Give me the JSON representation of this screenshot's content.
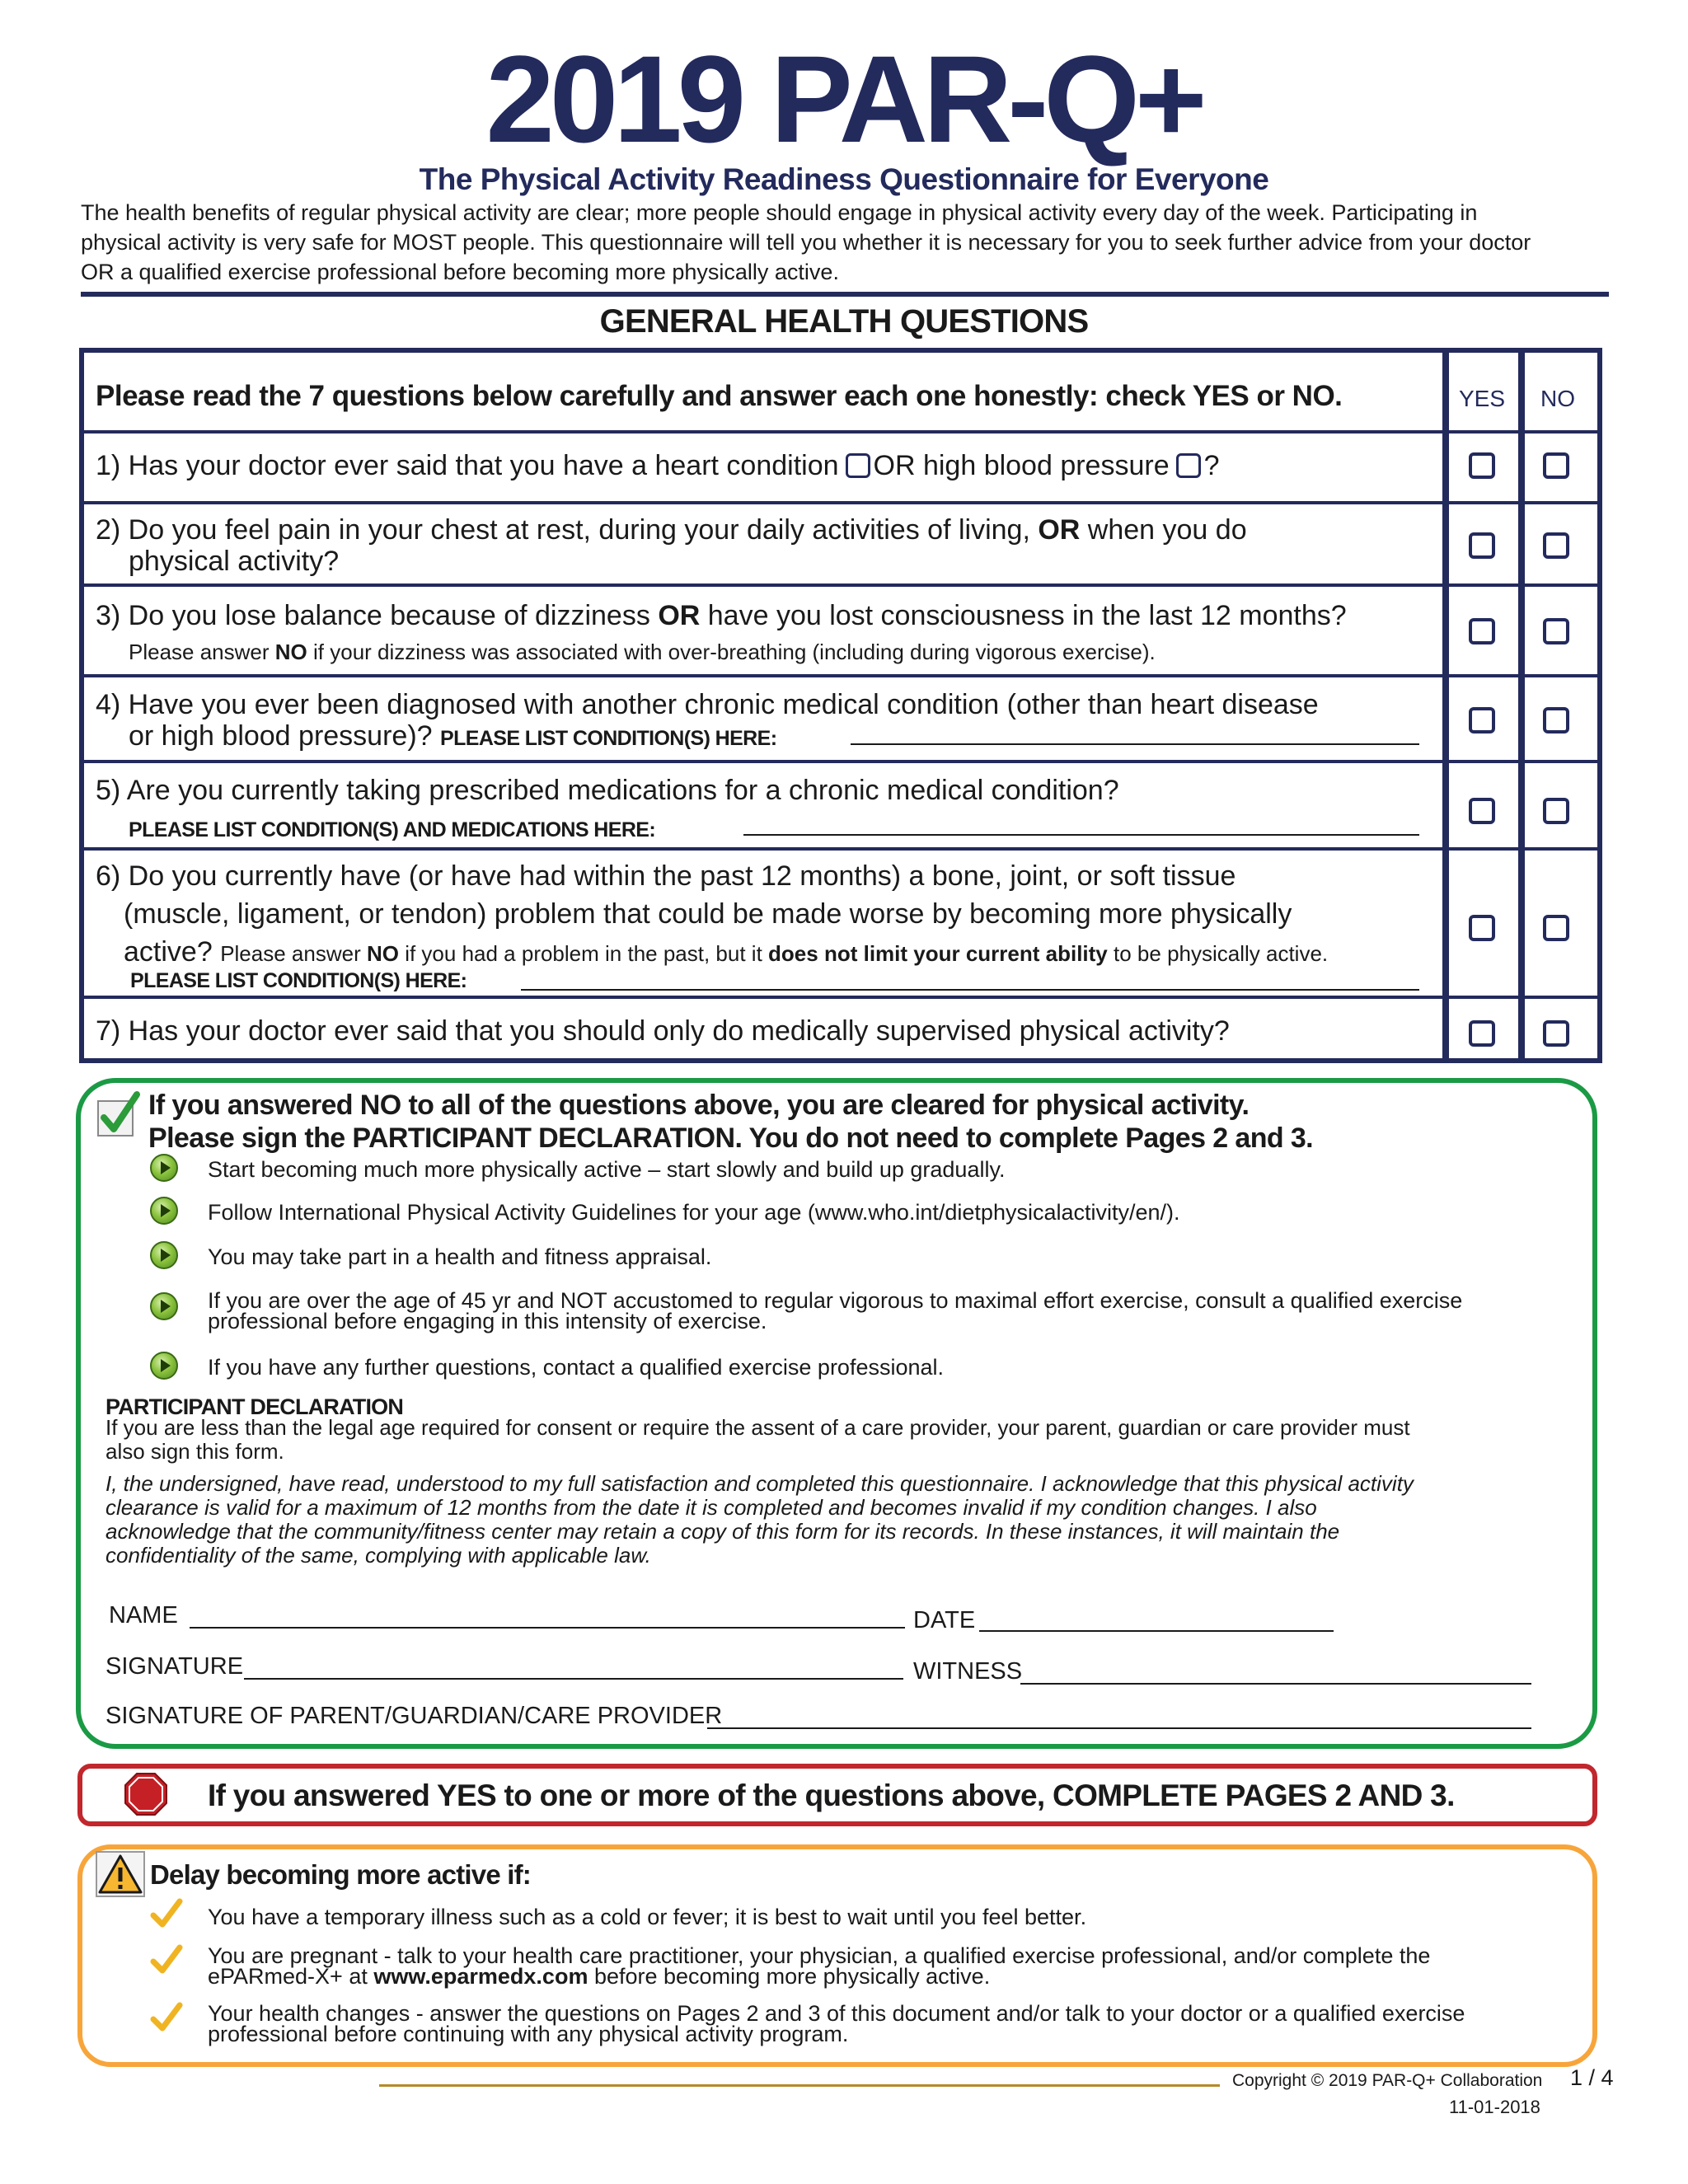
{
  "header": {
    "title": "2019 PAR-Q+",
    "subtitle": "The Physical Activity Readiness Questionnaire for Everyone",
    "intro_line1": "The health benefits of regular physical activity are clear; more people should engage in physical activity every day of the week. Participating in",
    "intro_line2": "physical activity is very safe for MOST people. This questionnaire will tell you whether it is necessary for you to seek further advice from your doctor",
    "intro_line3": "OR a qualified exercise professional before becoming more physically active."
  },
  "section_title": "GENERAL HEALTH QUESTIONS",
  "table": {
    "instruction": "Please read the 7 questions below carefully and answer each one honestly: check YES or NO.",
    "yes_label": "YES",
    "no_label": "NO",
    "q1_a": "1) Has your doctor ever said that you have a heart condition",
    "q1_b": "OR high blood pressure",
    "q1_c": "?",
    "q2_a": "2) Do you feel pain in your chest at rest, during your daily activities of living,",
    "q2_or": "OR",
    "q2_b": "when you do",
    "q2_c": "physical activity?",
    "q3_a": "3) Do you lose balance because of dizziness",
    "q3_or": "OR",
    "q3_b": "have you lost consciousness in the last 12 months?",
    "q3_note_a": "Please answer",
    "q3_note_no": "NO",
    "q3_note_b": "if your dizziness was associated with over-breathing (including during vigorous exercise).",
    "q4_a": "4) Have you ever been diagnosed with another chronic medical condition (other than heart disease",
    "q4_b": "or high blood pressure)?",
    "q4_list": "PLEASE LIST CONDITION(S) HERE:",
    "q5_a": "5) Are you currently taking prescribed medications for a chronic medical condition?",
    "q5_list": "PLEASE LIST CONDITION(S) AND MEDICATIONS HERE:",
    "q6_a": "6) Do you currently have (or have had within the past 12 months) a bone, joint, or soft tissue",
    "q6_b": "(muscle, ligament, or tendon) problem that could be made worse by becoming more physically",
    "q6_c": "active?",
    "q6_note_a": "Please answer",
    "q6_note_no": "NO",
    "q6_note_b": "if you had a problem in the past, but it",
    "q6_note_bold": "does not limit your current ability",
    "q6_note_c": "to be physically active.",
    "q6_list": "PLEASE LIST CONDITION(S) HERE:",
    "q7": "7) Has your doctor ever said that you should only do medically supervised physical activity?"
  },
  "cleared": {
    "line1": "If you answered NO to all of the questions above, you are cleared for physical activity.",
    "line2": "Please sign the PARTICIPANT DECLARATION. You do not need to complete Pages 2 and 3.",
    "bullets": [
      "Start becoming much more physically active – start slowly and build up gradually.",
      "Follow International Physical Activity Guidelines for your age (www.who.int/dietphysicalactivity/en/).",
      "You may take part in a health and fitness appraisal.",
      "If you are over the age of 45 yr and NOT accustomed to regular vigorous to maximal effort exercise, consult a qualified exercise",
      "professional before engaging in this intensity of exercise.",
      "If you have any further questions, contact a qualified exercise professional."
    ],
    "decl_title": "PARTICIPANT DECLARATION",
    "decl_p1_l1": "If you are less than the legal age required for consent or require the assent of a care provider, your parent, guardian or care provider must",
    "decl_p1_l2": "also sign this form.",
    "decl_p2_l1": "I, the undersigned, have read, understood to my full satisfaction and completed this questionnaire. I acknowledge that this physical activity",
    "decl_p2_l2": "clearance is valid for a maximum of 12 months from the date it is completed and becomes invalid if my condition changes. I also",
    "decl_p2_l3": "acknowledge that the community/fitness center may retain a copy of this form for its records. In these instances, it will maintain the",
    "decl_p2_l4": "confidentiality of the same, complying with applicable law.",
    "name_label": "NAME",
    "date_label": "DATE",
    "signature_label": "SIGNATURE",
    "witness_label": "WITNESS",
    "guardian_label": "SIGNATURE OF PARENT/GUARDIAN/CARE PROVIDER"
  },
  "stop": {
    "text": "If you answered YES to one or more of the questions above, COMPLETE PAGES 2 AND 3."
  },
  "delay": {
    "title": "Delay becoming more active if:",
    "item1": "You have a temporary illness such as a cold or fever; it is best to wait until you feel better.",
    "item2_l1": "You are pregnant - talk to your health care practitioner, your physician, a qualified exercise professional, and/or complete the",
    "item2_l2a": "ePARmed-X+ at",
    "item2_link": "www.eparmedx.com",
    "item2_l2b": "before becoming more physically active.",
    "item3_l1": "Your health changes - answer the questions on Pages 2 and 3 of this document and/or talk to your doctor or a qualified exercise",
    "item3_l2": "professional before continuing with any physical activity program."
  },
  "footer": {
    "copyright": "Copyright © 2019 PAR-Q+ Collaboration",
    "page": "1 / 4",
    "date": "11-01-2018"
  },
  "colors": {
    "navy": "#232a5c",
    "green": "#1b9a45",
    "red": "#c1272d",
    "orange": "#f7a53a"
  },
  "icons": [
    "checkbox-icon",
    "green-check-icon",
    "play-bullet-icon",
    "stop-sign-icon",
    "warning-icon",
    "yellow-check-icon"
  ]
}
